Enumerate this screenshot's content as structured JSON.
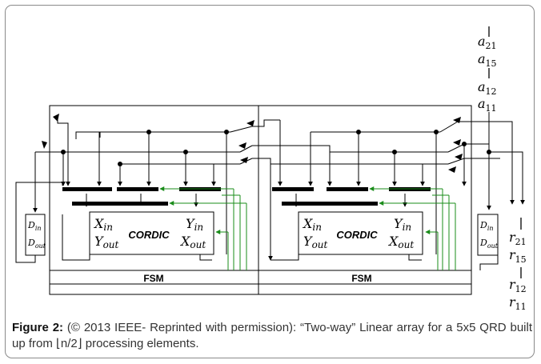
{
  "caption": {
    "label": "Figure 2:",
    "text": "(© 2013 IEEE- Reprinted with permission): “Two-way” Linear array for a 5x5 QRD built up from ⌊n/2⌋ processing elements."
  },
  "inputs": [
    {
      "sym": "a",
      "sub": "21"
    },
    {
      "sym": "a",
      "sub": "15"
    },
    {
      "sym": "a",
      "sub": "12"
    },
    {
      "sym": "a",
      "sub": "11"
    }
  ],
  "outputs": [
    {
      "sym": "r",
      "sub": "21"
    },
    {
      "sym": "r",
      "sub": "15"
    },
    {
      "sym": "r",
      "sub": "12"
    },
    {
      "sym": "r",
      "sub": "11"
    }
  ],
  "units": [
    {
      "cordic": {
        "label": "CORDIC",
        "x_in": "X",
        "x_in_sub": "in",
        "y_in": "Y",
        "y_in_sub": "in",
        "y_out": "Y",
        "y_out_sub": "out",
        "x_out": "X",
        "x_out_sub": "out"
      },
      "fsm": "FSM"
    },
    {
      "cordic": {
        "label": "CORDIC",
        "x_in": "X",
        "x_in_sub": "in",
        "y_in": "Y",
        "y_in_sub": "in",
        "y_out": "Y",
        "y_out_sub": "out",
        "x_out": "X",
        "x_out_sub": "out"
      },
      "fsm": "FSM"
    }
  ],
  "delays": [
    {
      "d_in": "D",
      "d_in_sub": "in",
      "d_out": "D",
      "d_out_sub": "out"
    },
    {
      "d_in": "D",
      "d_in_sub": "in",
      "d_out": "D",
      "d_out_sub": "out"
    }
  ],
  "colors": {
    "wire": "#000000",
    "feedback": "#1a8c1a",
    "frame": "#8a8a8a"
  }
}
